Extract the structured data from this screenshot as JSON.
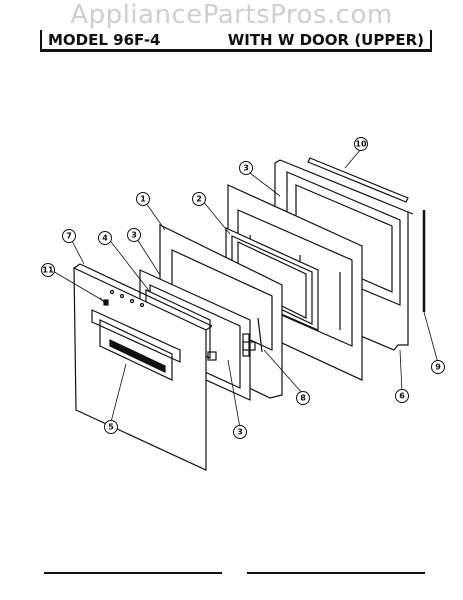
{
  "watermark": "AppliancePartsPros.com",
  "header": {
    "model": "MODEL 96F-4",
    "title": "WITH W DOOR (UPPER)"
  },
  "callouts": [
    "1",
    "2",
    "3",
    "3",
    "3",
    "4",
    "5",
    "6",
    "7",
    "8",
    "9",
    "10",
    "11"
  ]
}
